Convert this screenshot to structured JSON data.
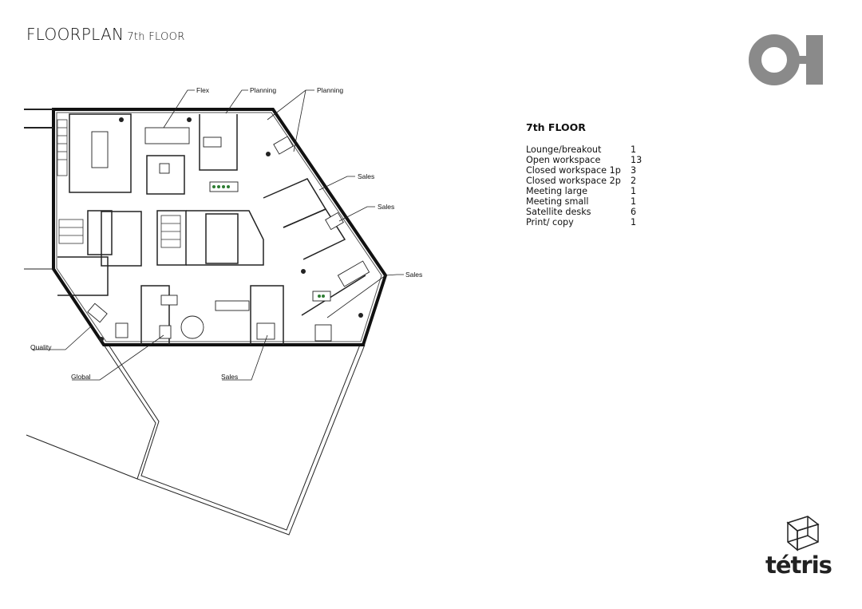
{
  "header": {
    "title": "FLOORPLAN",
    "subtitle": "7th FLOOR"
  },
  "legend": {
    "title": "7th FLOOR",
    "rows": [
      {
        "label": "Lounge/breakout",
        "count": "1"
      },
      {
        "label": "Open workspace",
        "count": "13"
      },
      {
        "label": "Closed workspace 1p",
        "count": "3"
      },
      {
        "label": "Closed workspace 2p",
        "count": "2"
      },
      {
        "label": "Meeting large",
        "count": "1"
      },
      {
        "label": "Meeting small",
        "count": "1"
      },
      {
        "label": "Satellite desks",
        "count": "6"
      },
      {
        "label": "Print/ copy",
        "count": "1"
      }
    ]
  },
  "plan_labels": {
    "flex": "Flex",
    "planning1": "Planning",
    "planning2": "Planning",
    "sales1": "Sales",
    "sales2": "Sales",
    "sales3": "Sales",
    "quality": "Quality",
    "global": "Global",
    "sales4": "Sales"
  },
  "logos": {
    "client": "O-I",
    "brand": "tétris"
  },
  "colors": {
    "logo_grey": "#8a8a8a",
    "plant_green": "#2e7d32"
  }
}
